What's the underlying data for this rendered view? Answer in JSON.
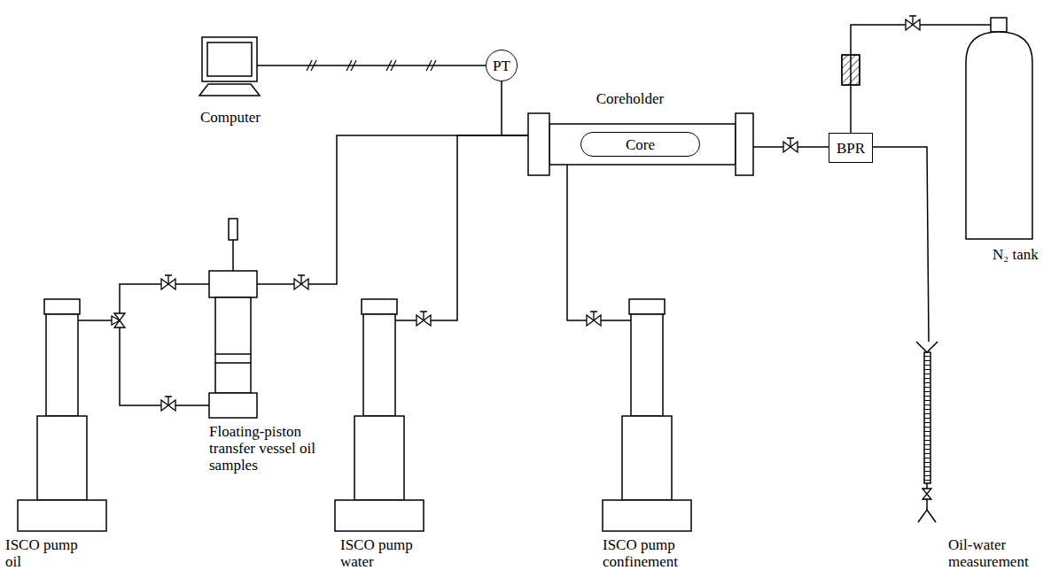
{
  "diagram": {
    "nodes": [
      {
        "text": [
          "Computer"
        ]
      },
      {
        "text": [
          "PT"
        ]
      },
      {
        "text": [
          "Coreholder"
        ]
      },
      {
        "text": [
          "Core"
        ],
        "in": 2
      },
      {
        "text": [
          "BPR"
        ]
      },
      {
        "text": [
          "N₂ tank"
        ]
      },
      {
        "text": [
          "Floating-piston transfer vessel oil samples"
        ]
      },
      {
        "text": [
          "ISCO pump oil"
        ]
      },
      {
        "text": [
          "ISCO pump water"
        ]
      },
      {
        "text": [
          "ISCO pump confinement"
        ]
      },
      {
        "text": [
          "Oil-water measurement"
        ]
      }
    ],
    "edges": [
      {
        "from": 0,
        "to": 1,
        "arrow": "none"
      },
      {
        "from": 1,
        "to": 2,
        "arrow": "none"
      },
      {
        "from": 6,
        "to": 2,
        "arrow": "none"
      },
      {
        "from": 8,
        "to": 2,
        "arrow": "none"
      },
      {
        "from": 9,
        "to": 2,
        "arrow": "none"
      },
      {
        "from": 2,
        "to": 4,
        "arrow": "none"
      },
      {
        "from": 5,
        "to": 4,
        "arrow": "none"
      },
      {
        "from": 4,
        "to": 10,
        "arrow": "none"
      },
      {
        "from": 7,
        "to": 6,
        "arrow": "none"
      }
    ]
  }
}
